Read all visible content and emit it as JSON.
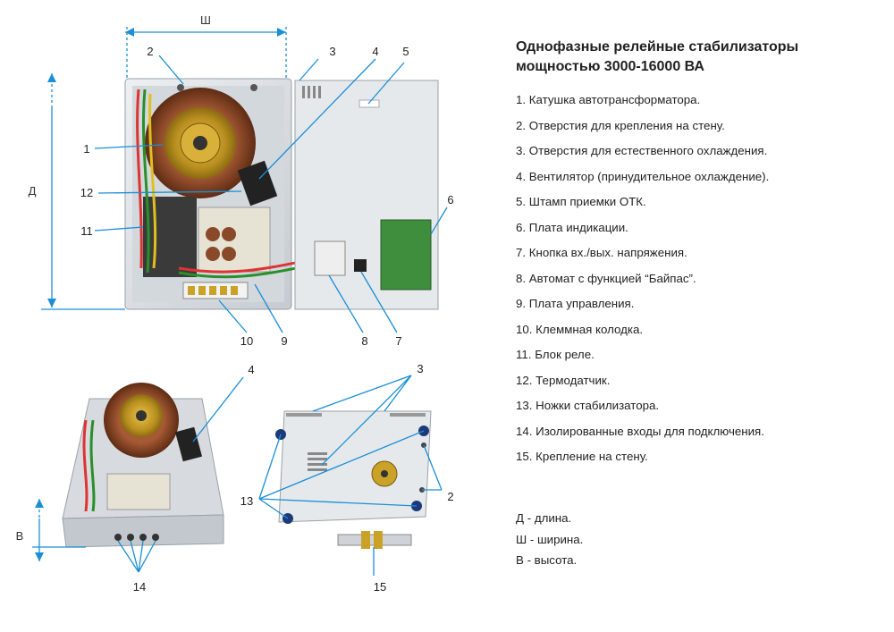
{
  "title": "Однофазные релейные стабилизаторы мощностью 3000-16000 ВА",
  "legend": [
    "1. Катушка автотрансформатора.",
    "2. Отверстия для крепления на стену.",
    "3. Отверстия для естественного охлаждения.",
    "4. Вентилятор (принудительное охлаждение).",
    "5. Штамп приемки ОТК.",
    "6. Плата индикации.",
    "7. Кнопка вх./вых. напряжения.",
    "8. Автомат с функцией “Байпас”.",
    "9. Плата управления.",
    "10. Клеммная колодка.",
    "11. Блок реле.",
    "12. Термодатчик.",
    "13. Ножки стабилизатора.",
    "14. Изолированные входы для подключения.",
    "15. Крепление на стену."
  ],
  "dimensions_legend": [
    "Д - длина.",
    "Ш - ширина.",
    "В - высота."
  ],
  "dimension_labels": {
    "width": "Ш",
    "length": "Д",
    "height": "В"
  },
  "callouts": {
    "main": [
      "1",
      "2",
      "3",
      "4",
      "5",
      "6",
      "7",
      "8",
      "9",
      "10",
      "11",
      "12"
    ],
    "lower_left": [
      "4",
      "14"
    ],
    "lower_right": [
      "3",
      "2",
      "13",
      "15"
    ]
  },
  "colors": {
    "accent_lines": "#1a8fd6",
    "enclosure": "#d9dde2",
    "coil": "#c9a227",
    "winding": "#8a4a2a"
  }
}
